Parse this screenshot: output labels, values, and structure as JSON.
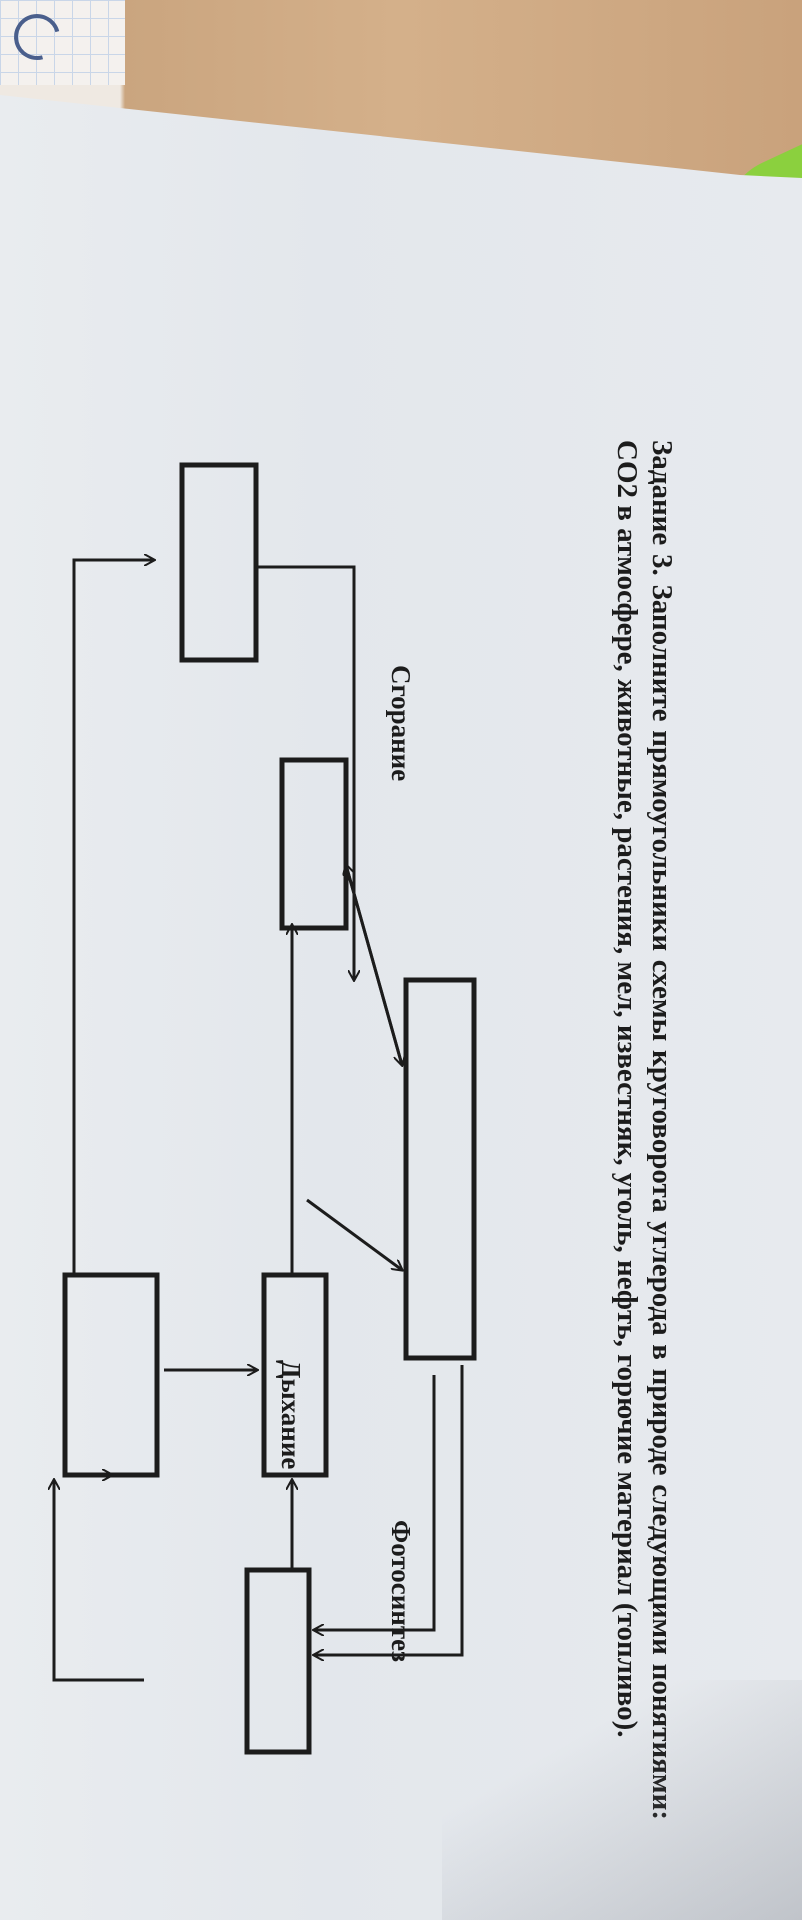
{
  "task": {
    "heading": "Задание 3.",
    "text": "Заполните прямоугольники схемы круговорота углерода в природе следующими понятиями: СО2 в атмосфере, животные, растения, мел, известняк, уголь, нефть, горючие материал (топливо)."
  },
  "diagram": {
    "label_combustion": "Сгорание",
    "label_photosynthesis": "Фотосинтез",
    "label_respiration": "Дыхание"
  }
}
